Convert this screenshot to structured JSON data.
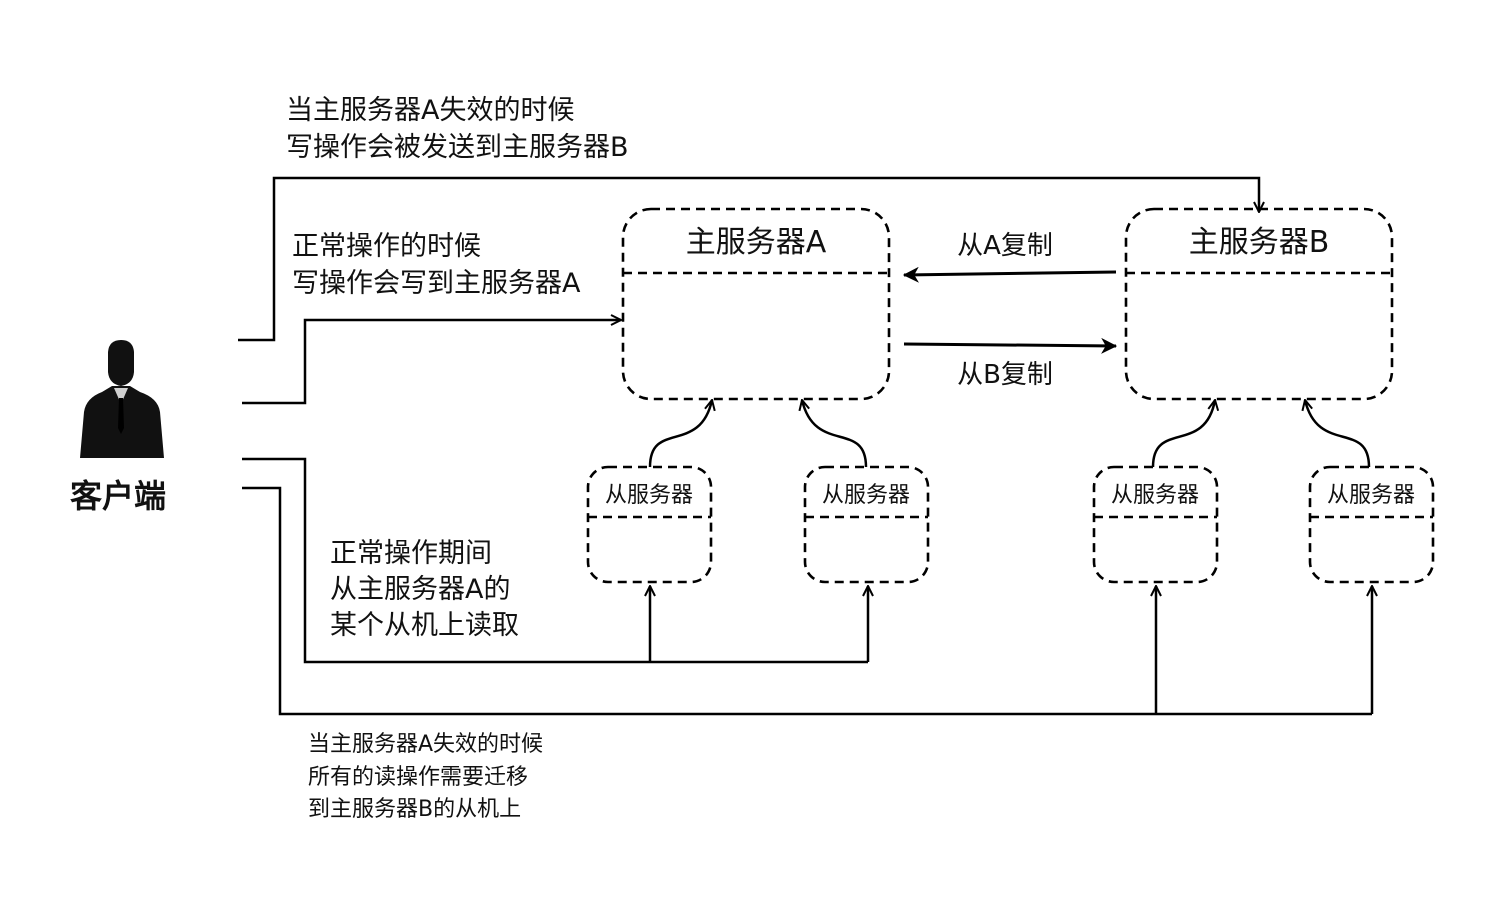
{
  "client": {
    "label": "客户端",
    "icon": "businessman-icon"
  },
  "masters": {
    "a": {
      "title": "主服务器A"
    },
    "b": {
      "title": "主服务器B"
    }
  },
  "slaves": {
    "a1": {
      "title": "从服务器"
    },
    "a2": {
      "title": "从服务器"
    },
    "b1": {
      "title": "从服务器"
    },
    "b2": {
      "title": "从服务器"
    }
  },
  "replication": {
    "b_to_a": "从A复制",
    "a_to_b": "从B复制"
  },
  "notes": {
    "failover_write": [
      "当主服务器A失效的时候",
      "写操作会被发送到主服务器B"
    ],
    "normal_write": [
      "正常操作的时候",
      "写操作会写到主服务器A"
    ],
    "normal_read": [
      "正常操作期间",
      "从主服务器A的",
      "某个从机上读取"
    ],
    "failover_read": [
      "当主服务器A失效的时候",
      "所有的读操作需要迁移",
      "到主服务器B的从机上"
    ]
  },
  "colors": {
    "line": "#000000",
    "silhouette": "#111111",
    "background": "#ffffff"
  }
}
